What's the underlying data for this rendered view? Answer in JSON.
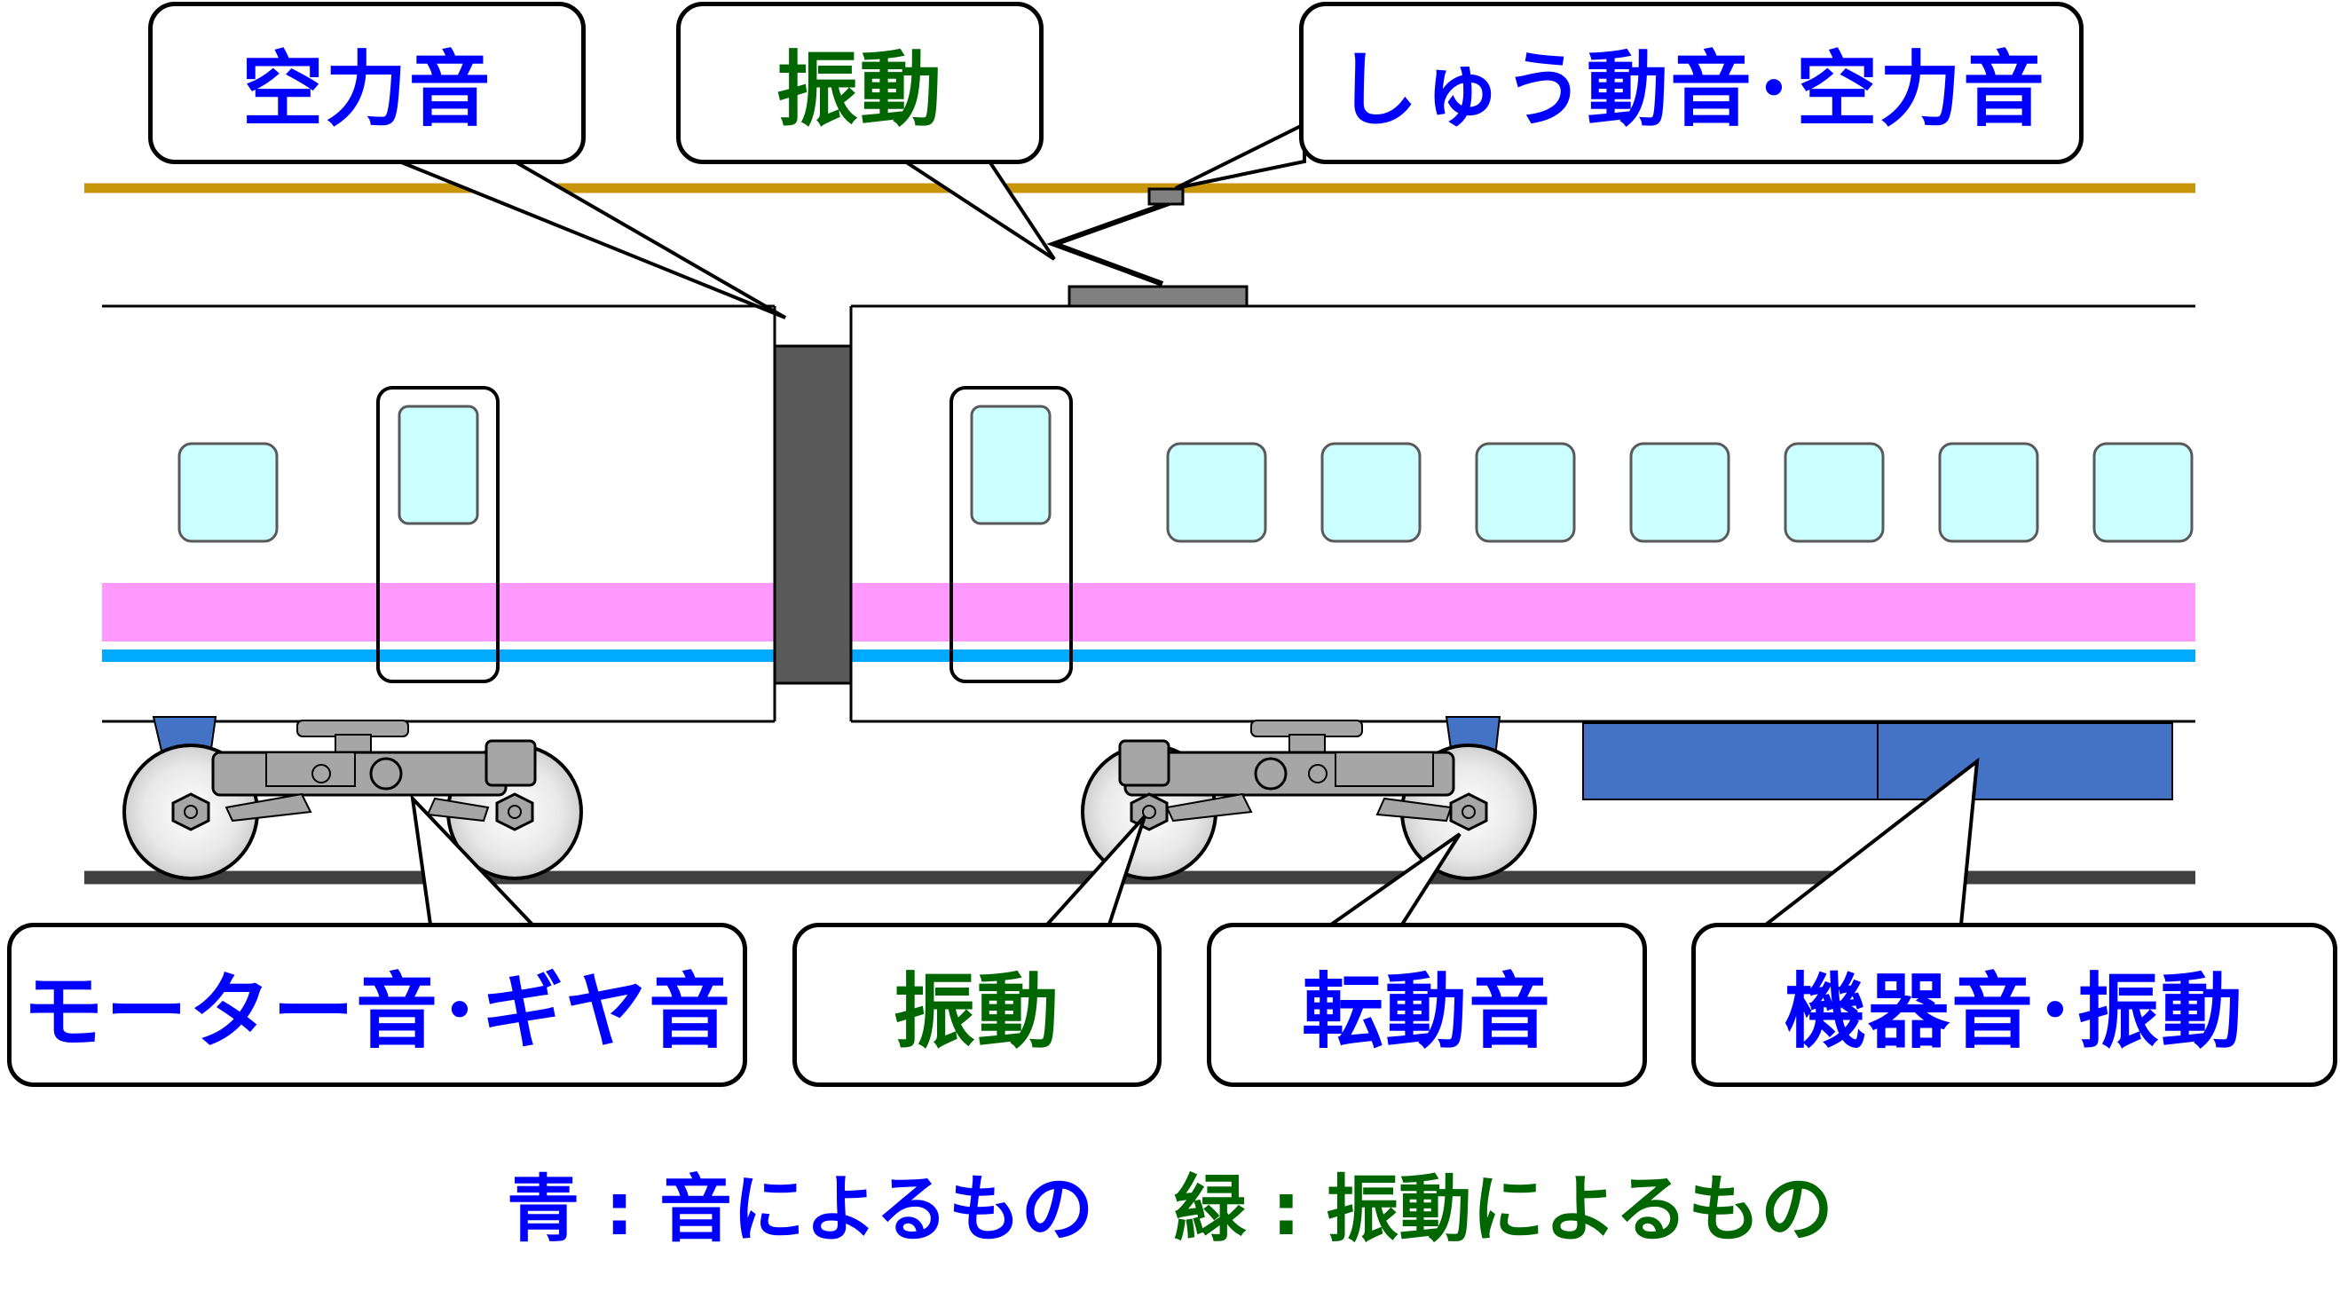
{
  "callouts": {
    "aero_front": "空力音",
    "vibration_top": "振動",
    "pantograph": "しゅう動音･空力音",
    "motor_gear": "モーター音･ギヤ音",
    "vibration_bottom": "振動",
    "rolling": "転動音",
    "equipment": "機器音･振動"
  },
  "legend": {
    "blue_part": "青 : 音によるもの",
    "green_part": "緑 : 振動によるもの"
  },
  "colors": {
    "sound_text": "#0000ff",
    "vibration_text": "#006600",
    "overhead_wire": "#c8960a",
    "pink_stripe": "#ff99ff",
    "blue_stripe": "#00aaff",
    "window": "#ccffff",
    "equipment_box": "#4472c4",
    "bogie": "#a6a6a6",
    "gangway": "#595959",
    "rail": "#404040"
  }
}
